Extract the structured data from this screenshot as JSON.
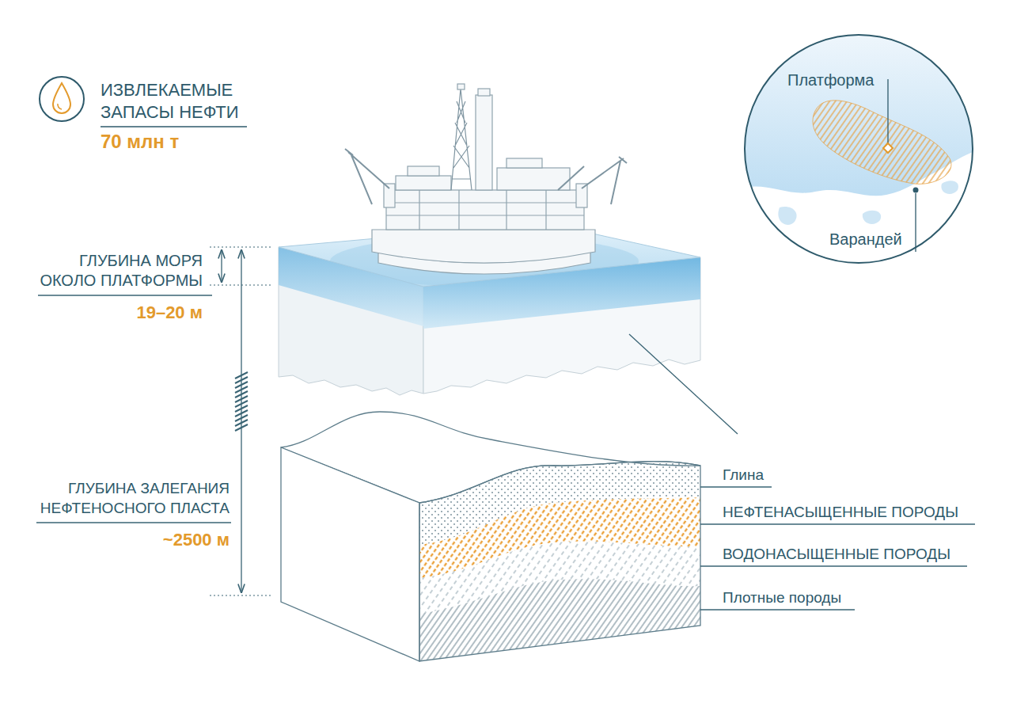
{
  "diagram": {
    "nodes": [
      {
        "text": [
          "Платформа",
          "Варандей"
        ]
      }
    ],
    "labels": [
      "ИЗВЛЕКАЕМЫЕ ЗАПАСЫ НЕФТИ",
      "70 млн т",
      "ГЛУБИНА МОРЯ ОКОЛО ПЛАТФОРМЫ",
      "19–20 м",
      "ГЛУБИНА ЗАЛЕГАНИЯ НЕФТЕНОСНОГО ПЛАСТА",
      "~2500 м",
      "Глина",
      "НЕФТЕНАСЫЩЕННЫЕ ПОРОДЫ",
      "ВОДОНАСЫЩЕННЫЕ ПОРОДЫ",
      "Плотные породы"
    ]
  }
}
